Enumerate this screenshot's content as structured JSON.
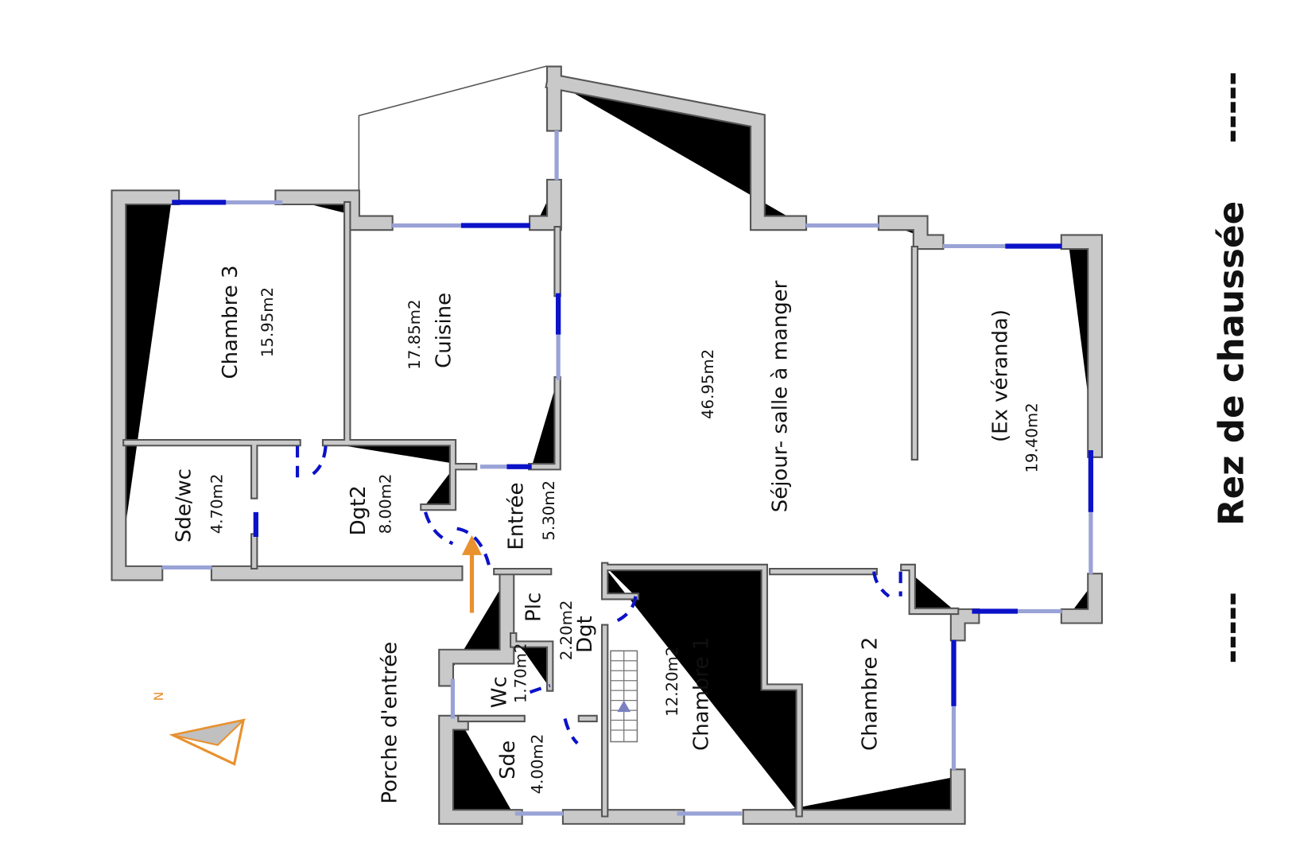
{
  "title": "Rez de chaussée",
  "title_dashes": "-----",
  "compass_label": "N",
  "rooms": {
    "chambre3": {
      "name": "Chambre 3",
      "area": "15.95m2"
    },
    "cuisine": {
      "name": "Cuisine",
      "area": "17.85m2"
    },
    "sejour": {
      "name": "Séjour- salle à manger",
      "area": "46.95m2"
    },
    "veranda": {
      "name": "(Ex véranda)",
      "area": "19.40m2"
    },
    "sdewc": {
      "name": "Sde/wc",
      "area": "4.70m2"
    },
    "dgt2": {
      "name": "Dgt2",
      "area": "8.00m2"
    },
    "entree": {
      "name": "Entrée",
      "area": "5.30m2"
    },
    "plc": {
      "name": "Plc"
    },
    "dgt": {
      "name": "Dgt",
      "area": "2.20m2"
    },
    "wc": {
      "name": "Wc",
      "area": "1.70m2"
    },
    "sde": {
      "name": "Sde",
      "area": "4.00m2"
    },
    "chambre1": {
      "name": "Chambre 1",
      "area": "12.20m2"
    },
    "chambre2": {
      "name": "Chambre 2"
    },
    "porche": {
      "name": "Porche d'entrée"
    }
  },
  "colors": {
    "wall": "#c9c9c9",
    "window": "#0b12c8",
    "arrow": "#e8912e"
  }
}
